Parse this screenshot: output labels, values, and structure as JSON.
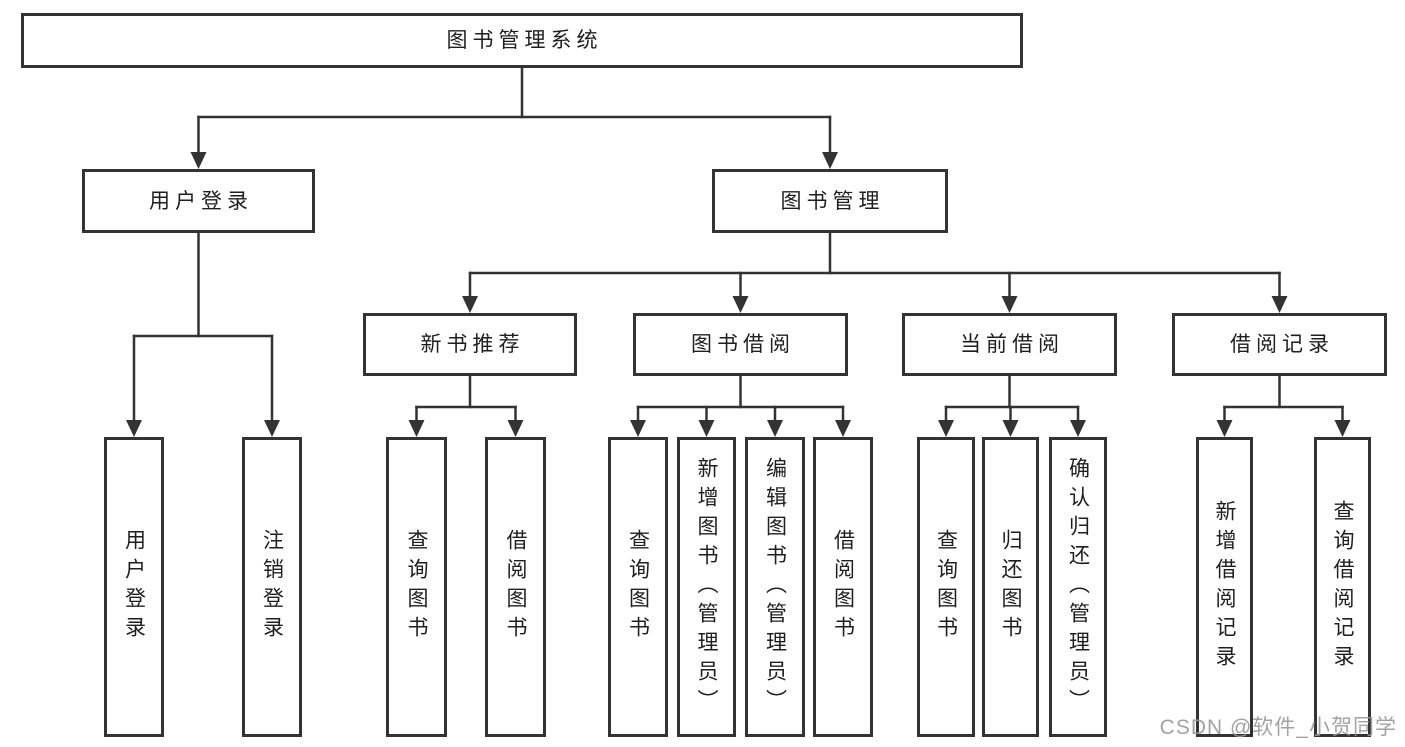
{
  "title": "图书管理系统",
  "watermark": "CSDN @软件_小贺同学",
  "colors": {
    "line": "#333333",
    "box_border": "#333333",
    "text": "#1f1f1f",
    "watermark": "#9b9b9b",
    "background": "#ffffff"
  },
  "nodes": [
    {
      "id": "system",
      "label": "图书管理系统",
      "vertical": false
    },
    {
      "id": "user-login",
      "label": "用户登录",
      "vertical": false
    },
    {
      "id": "book-management",
      "label": "图书管理",
      "vertical": false
    },
    {
      "id": "new-book-recommend",
      "label": "新书推荐",
      "vertical": false
    },
    {
      "id": "book-borrow",
      "label": "图书借阅",
      "vertical": false
    },
    {
      "id": "current-borrow",
      "label": "当前借阅",
      "vertical": false
    },
    {
      "id": "borrow-records",
      "label": "借阅记录",
      "vertical": false
    },
    {
      "id": "leaf-user-login",
      "label": "用户登录",
      "vertical": true
    },
    {
      "id": "leaf-logout",
      "label": "注销登录",
      "vertical": true
    },
    {
      "id": "leaf-nb-query",
      "label": "查询图书",
      "vertical": true
    },
    {
      "id": "leaf-nb-borrow",
      "label": "借阅图书",
      "vertical": true
    },
    {
      "id": "leaf-bw-query",
      "label": "查询图书",
      "vertical": true
    },
    {
      "id": "leaf-bw-add",
      "label": "新增图书（管理员）",
      "vertical": true
    },
    {
      "id": "leaf-bw-edit",
      "label": "编辑图书（管理员）",
      "vertical": true
    },
    {
      "id": "leaf-bw-borrow",
      "label": "借阅图书",
      "vertical": true
    },
    {
      "id": "leaf-cur-query",
      "label": "查询图书",
      "vertical": true
    },
    {
      "id": "leaf-cur-return",
      "label": "归还图书",
      "vertical": true
    },
    {
      "id": "leaf-cur-confirm",
      "label": "确认归还（管理员）",
      "vertical": true
    },
    {
      "id": "leaf-rec-add",
      "label": "新增借阅记录",
      "vertical": true
    },
    {
      "id": "leaf-rec-query",
      "label": "查询借阅记录",
      "vertical": true
    }
  ],
  "edges": [
    {
      "from": "system",
      "to": [
        "user-login",
        "book-management"
      ]
    },
    {
      "from": "user-login",
      "to": [
        "leaf-user-login",
        "leaf-logout"
      ]
    },
    {
      "from": "book-management",
      "to": [
        "new-book-recommend",
        "book-borrow",
        "current-borrow",
        "borrow-records"
      ]
    },
    {
      "from": "new-book-recommend",
      "to": [
        "leaf-nb-query",
        "leaf-nb-borrow"
      ]
    },
    {
      "from": "book-borrow",
      "to": [
        "leaf-bw-query",
        "leaf-bw-add",
        "leaf-bw-edit",
        "leaf-bw-borrow"
      ]
    },
    {
      "from": "current-borrow",
      "to": [
        "leaf-cur-query",
        "leaf-cur-return",
        "leaf-cur-confirm"
      ]
    },
    {
      "from": "borrow-records",
      "to": [
        "leaf-rec-add",
        "leaf-rec-query"
      ]
    }
  ]
}
